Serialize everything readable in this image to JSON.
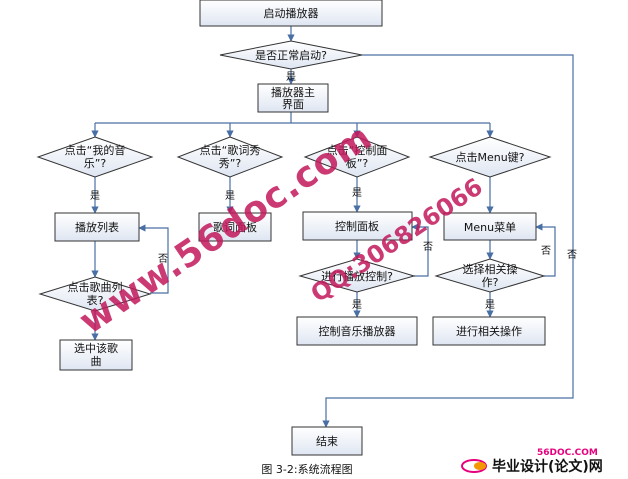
{
  "nodes": {
    "start": "启动播放器",
    "check_start": "是否正常启动?",
    "main_ui_l1": "播放器主",
    "main_ui_l2": "界面",
    "my_music_l1": "点击“我的音",
    "my_music_l2": "乐”?",
    "lyrics_l1": "点击“歌词秀",
    "lyrics_l2": "秀”?",
    "control_l1": "点击“控制面",
    "control_l2": "板”?",
    "menu_key": "点击Menu键?",
    "playlist": "播放列表",
    "lyrics_show": "歌词面板",
    "control_panel": "控制面板",
    "menu_list": "Menu菜单",
    "song_list_l1": "点击歌曲列",
    "song_list_l2": "表?",
    "ctrl_op": "进行播放控制?",
    "select_op_l1": "选择相关操",
    "select_op_l2": "作?",
    "select_song_l1": "选中该歌",
    "select_song_l2": "曲",
    "control_music": "控制音乐播放器",
    "do_op": "进行相关操作",
    "end": "结束"
  },
  "labels": {
    "yes": "是",
    "no": "否"
  },
  "caption": "图 3-2:系统流程图",
  "watermark": {
    "main": "www.56doc.com",
    "qq": "QQ:306826066"
  },
  "logo": {
    "site": "56DOC.COM",
    "text": "毕业设计(论文)网"
  }
}
